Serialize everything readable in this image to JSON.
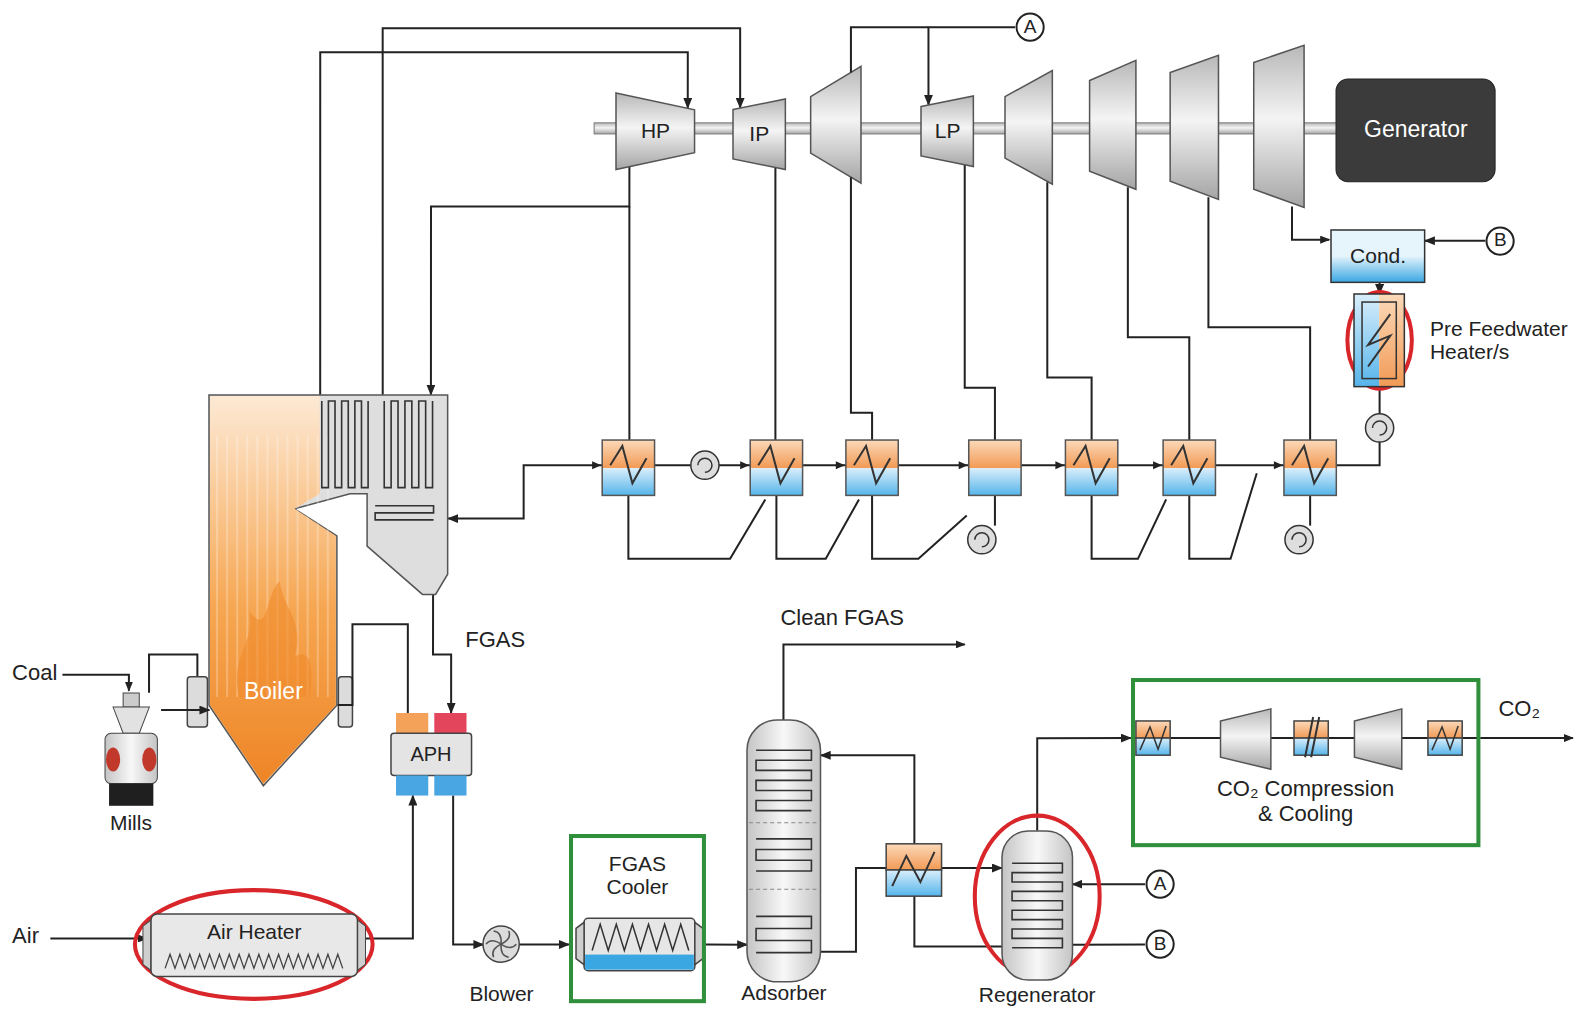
{
  "diagram": {
    "nodes": [
      {
        "text": [
          "HP"
        ]
      },
      {
        "text": [
          "IP"
        ]
      },
      {
        "text": [
          "LP"
        ]
      },
      {
        "text": [
          "Generator"
        ]
      },
      {
        "text": [
          "A"
        ]
      },
      {
        "text": [
          "Cond."
        ]
      },
      {
        "text": [
          "B"
        ]
      },
      {
        "text": [
          "Pre Feedwater Heater/s"
        ]
      },
      {
        "text": [
          "Boiler"
        ]
      },
      {
        "text": [
          "Mills"
        ]
      },
      {
        "text": [
          "APH"
        ]
      },
      {
        "text": [
          "Air Heater"
        ]
      },
      {
        "text": [
          "Blower"
        ]
      },
      {
        "text": [
          "FGAS Cooler"
        ]
      },
      {
        "text": [
          "Adsorber"
        ]
      },
      {
        "text": [
          "Regenerator"
        ]
      },
      {
        "text": [
          "A"
        ]
      },
      {
        "text": [
          "B"
        ]
      },
      {
        "text": [
          "CO₂ Compression & Cooling"
        ]
      }
    ],
    "edges": [
      {
        "from": 8,
        "to": 0,
        "arrow": "to"
      },
      {
        "from": 8,
        "to": 1,
        "arrow": "to"
      },
      {
        "from": 0,
        "to": 8,
        "arrow": "to"
      },
      {
        "from": 4,
        "to": 2,
        "arrow": "to"
      },
      {
        "from": 6,
        "to": 5,
        "arrow": "to"
      },
      {
        "from": 5,
        "to": 7,
        "arrow": "to"
      },
      {
        "from": 7,
        "to": 8,
        "arrow": "to"
      },
      {
        "from": 9,
        "to": 8,
        "arrow": "to"
      },
      {
        "from": 8,
        "to": 10,
        "arrow": "to"
      },
      {
        "from": 11,
        "to": 10,
        "arrow": "to"
      },
      {
        "from": 10,
        "to": 8,
        "arrow": "none"
      },
      {
        "from": 10,
        "to": 12,
        "arrow": "to"
      },
      {
        "from": 12,
        "to": 13,
        "arrow": "to"
      },
      {
        "from": 13,
        "to": 14,
        "arrow": "to"
      },
      {
        "from": 14,
        "to": 15,
        "arrow": "to"
      },
      {
        "from": 15,
        "to": 14,
        "arrow": "to"
      },
      {
        "from": 15,
        "to": 18,
        "arrow": "to"
      },
      {
        "from": 16,
        "to": 15,
        "arrow": "to"
      },
      {
        "from": 15,
        "to": 17,
        "arrow": "none"
      }
    ],
    "labels": [
      "Coal",
      "Air",
      "FGAS",
      "Clean FGAS",
      "CO₂"
    ]
  }
}
